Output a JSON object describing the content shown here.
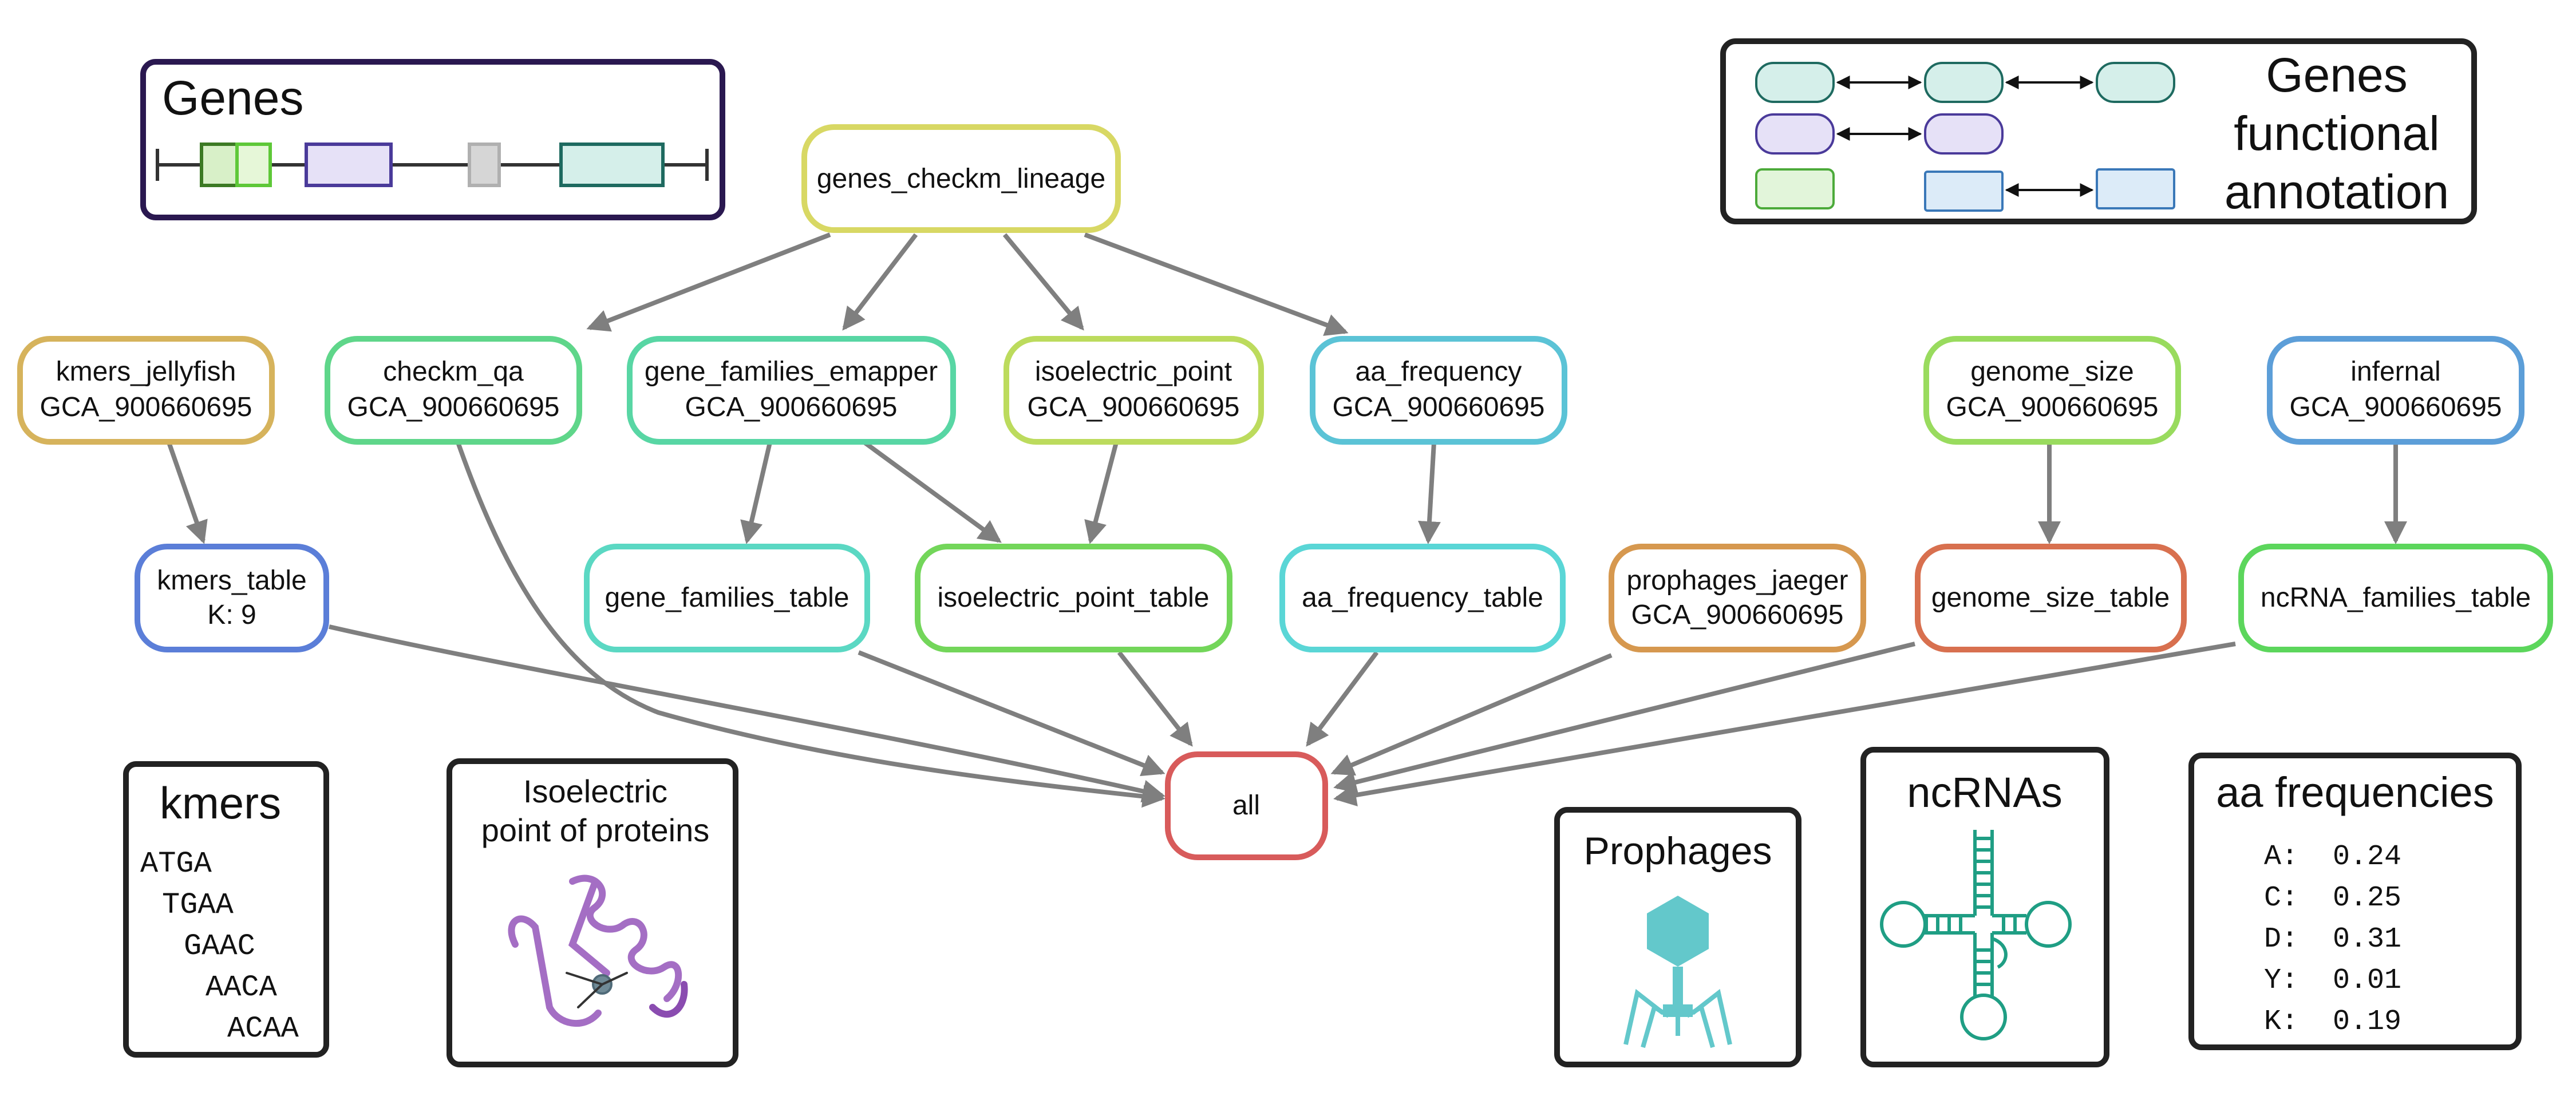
{
  "nodes": {
    "genes_checkm_lineage": {
      "line1": "genes_checkm_lineage",
      "line2": "",
      "color": "#d8d864"
    },
    "kmers_jellyfish": {
      "line1": "kmers_jellyfish",
      "line2": "GCA_900660695",
      "color": "#d6b35c"
    },
    "checkm_qa": {
      "line1": "checkm_qa",
      "line2": "GCA_900660695",
      "color": "#5fd68a"
    },
    "gene_families_emapper": {
      "line1": "gene_families_emapper",
      "line2": "GCA_900660695",
      "color": "#58d6a4"
    },
    "isoelectric_point": {
      "line1": "isoelectric_point",
      "line2": "GCA_900660695",
      "color": "#bcdb5d"
    },
    "aa_frequency": {
      "line1": "aa_frequency",
      "line2": "GCA_900660695",
      "color": "#5bc3d6"
    },
    "genome_size": {
      "line1": "genome_size",
      "line2": "GCA_900660695",
      "color": "#99db5e"
    },
    "infernal": {
      "line1": "infernal",
      "line2": "GCA_900660695",
      "color": "#5c9ed8"
    },
    "kmers_table": {
      "line1": "kmers_table",
      "line2": "K: 9",
      "color": "#5b7ed8"
    },
    "gene_families_table": {
      "line1": "gene_families_table",
      "line2": "",
      "color": "#5bd8c3"
    },
    "isoelectric_point_table": {
      "line1": "isoelectric_point_table",
      "line2": "",
      "color": "#73d65a"
    },
    "aa_frequency_table": {
      "line1": "aa_frequency_table",
      "line2": "",
      "color": "#5ad6d6"
    },
    "prophages_jaeger": {
      "line1": "prophages_jaeger",
      "line2": "GCA_900660695",
      "color": "#d6984f"
    },
    "genome_size_table": {
      "line1": "genome_size_table",
      "line2": "",
      "color": "#d8704f"
    },
    "ncRNA_families_table": {
      "line1": "ncRNA_families_table",
      "line2": "",
      "color": "#5cd65c"
    },
    "all": {
      "line1": "all",
      "line2": "",
      "color": "#d85b5b"
    }
  },
  "legend": {
    "genes_title": "Genes",
    "genes_functional_annotation": [
      "Genes",
      "functional",
      "annotation"
    ],
    "kmers_title": "kmers",
    "kmers_list": [
      "ATGA",
      "TGAA",
      "GAAC",
      "AACA",
      "ACAA"
    ],
    "isoelectric_title": [
      "Isoelectric",
      "point of proteins"
    ],
    "prophages_title": "Prophages",
    "ncrnas_title": "ncRNAs",
    "aa_title": "aa frequencies",
    "aa_list": [
      "A:  0.24",
      "C:  0.25",
      "D:  0.31",
      "Y:  0.01",
      "K:  0.19"
    ]
  },
  "colors": {
    "edge": "#7f7f7f",
    "genes_box_border": "#2a1850",
    "legend_border": "#222222",
    "teal_fill": "#d5efea",
    "purple_fill": "#e6e1f7",
    "green_fill": "#e2f5da",
    "blue_fill": "#dcebf8",
    "protein": "#a46ec4",
    "phage": "#63c8cb",
    "rna": "#1f9e84"
  }
}
